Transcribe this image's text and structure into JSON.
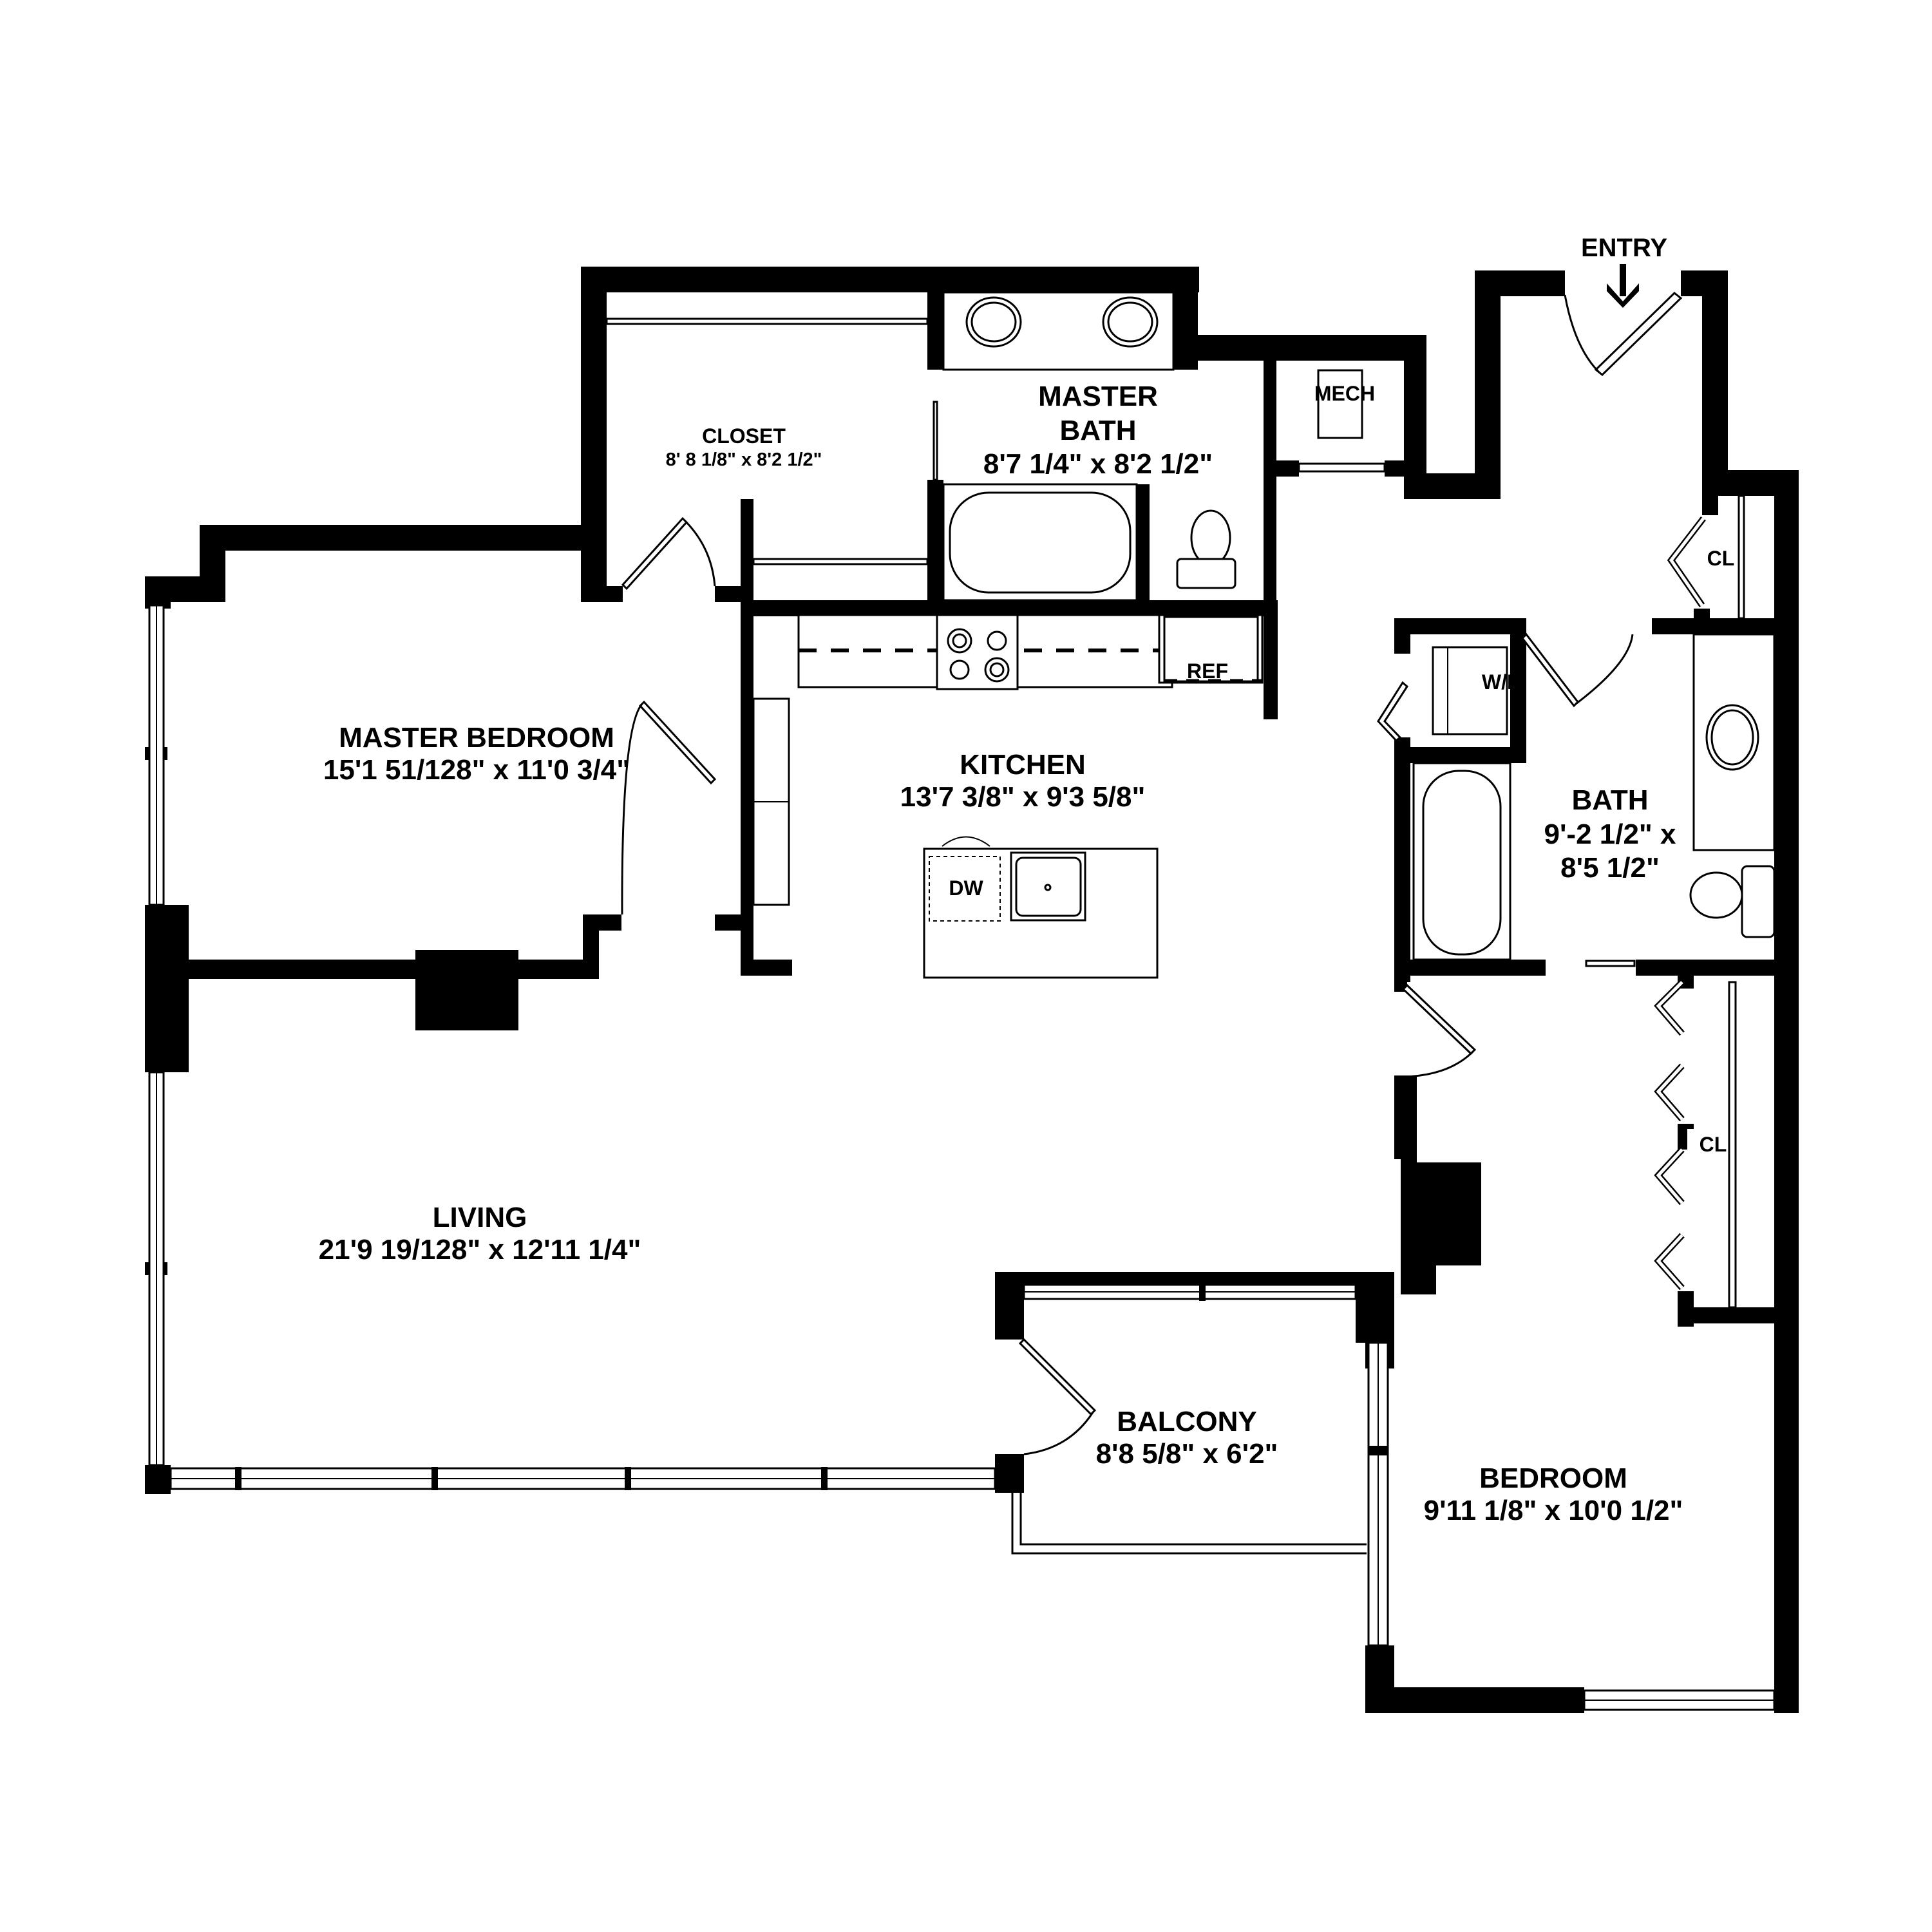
{
  "floor_plan": {
    "entry": {
      "label": "ENTRY",
      "icon": "arrow-down-icon"
    },
    "rooms": [
      {
        "id": "master_bedroom",
        "name": "MASTER BEDROOM",
        "dimensions": "15'1 51/128\" x 11'0 3/4\""
      },
      {
        "id": "closet",
        "name": "CLOSET",
        "dimensions": "8' 8 1/8\" x 8'2 1/2\""
      },
      {
        "id": "master_bath",
        "name_line1": "MASTER",
        "name_line2": "BATH",
        "dimensions": "8'7 1/4\" x 8'2 1/2\""
      },
      {
        "id": "mech",
        "name": "MECH"
      },
      {
        "id": "kitchen",
        "name": "KITCHEN",
        "dimensions": "13'7 3/8\" x 9'3 5/8\""
      },
      {
        "id": "living",
        "name": "LIVING",
        "dimensions": "21'9 19/128\" x 12'11 1/4\""
      },
      {
        "id": "balcony",
        "name": "BALCONY",
        "dimensions": "8'8 5/8\" x 6'2\""
      },
      {
        "id": "bath",
        "name": "BATH",
        "dimensions_line1": "9'-2 1/2\" x",
        "dimensions_line2": "8'5 1/2\""
      },
      {
        "id": "bedroom",
        "name": "BEDROOM",
        "dimensions": "9'11 1/8\" x 10'0 1/2\""
      }
    ],
    "fixtures": {
      "refrigerator": "REF",
      "dishwasher": "DW",
      "washer_dryer": "W/D",
      "entry_closet": "CL",
      "bedroom_closet": "CL"
    }
  }
}
